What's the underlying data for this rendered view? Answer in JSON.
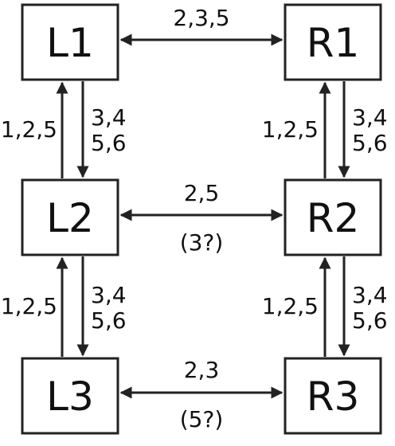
{
  "nodes": {
    "l1": "L1",
    "r1": "R1",
    "l2": "L2",
    "r2": "R2",
    "l3": "L3",
    "r3": "R3"
  },
  "edges": {
    "l1_r1": "2,3,5",
    "l2_r2_top": "2,5",
    "l2_r2_bottom": "(3?)",
    "l3_r3_top": "2,3",
    "l3_r3_bottom": "(5?)",
    "l2_to_l1": "1,2,5",
    "l1_to_l2_a": "3,4",
    "l1_to_l2_b": "5,6",
    "l3_to_l2": "1,2,5",
    "l2_to_l3_a": "3,4",
    "l2_to_l3_b": "5,6",
    "r2_to_r1": "1,2,5",
    "r1_to_r2_a": "3,4",
    "r1_to_r2_b": "5,6",
    "r3_to_r2": "1,2,5",
    "r2_to_r3_a": "3,4",
    "r2_to_r3_b": "5,6"
  }
}
